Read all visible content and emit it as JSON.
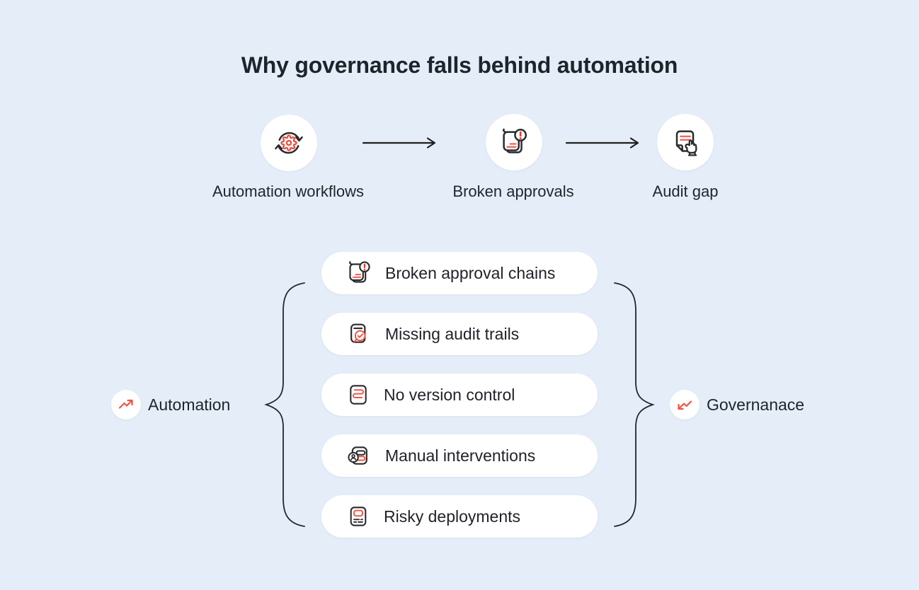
{
  "title": "Why governance falls behind automation",
  "flow": {
    "steps": [
      {
        "label": "Automation workflows",
        "icon": "gear-sync-icon"
      },
      {
        "label": "Broken approvals",
        "icon": "note-alert-icon"
      },
      {
        "label": "Audit gap",
        "icon": "doc-hand-icon"
      }
    ]
  },
  "split": {
    "left": {
      "label": "Automation",
      "icon": "trend-up-icon"
    },
    "right": {
      "label": "Governanace",
      "icon": "trend-down-icon"
    }
  },
  "issues": [
    {
      "label": "Broken approval chains",
      "icon": "note-alert-icon"
    },
    {
      "label": "Missing audit trails",
      "icon": "audit-search-icon"
    },
    {
      "label": "No version control",
      "icon": "version-stack-icon"
    },
    {
      "label": "Manual interventions",
      "icon": "manual-user-icon"
    },
    {
      "label": "Risky deployments",
      "icon": "risky-doc-icon"
    }
  ],
  "colors": {
    "background": "#e5eef8",
    "card": "#ffffff",
    "text": "#20262e",
    "icon_stroke": "#2b2b2b",
    "accent_red": "#e8392c",
    "accent_coral": "#f0685c"
  }
}
